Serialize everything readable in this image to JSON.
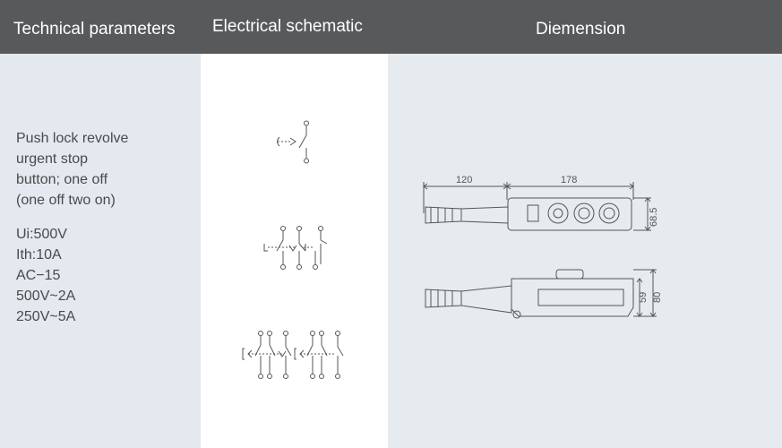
{
  "header": {
    "col1": "Technical parameters",
    "col2": "Electrical schematic",
    "col3": "Diemension"
  },
  "params": {
    "description": [
      "Push lock revolve",
      "urgent stop",
      "button; one off",
      "(one off two on)"
    ],
    "specs": [
      "Ui:500V",
      "Ith:10A",
      "AC−15",
      "500V~2A",
      "250V~5A"
    ]
  },
  "dimensions": {
    "cable_length": "120",
    "body_length": "178",
    "width": "68.5",
    "height_body": "59",
    "height_total": "80"
  },
  "colors": {
    "header_bg": "#58595b",
    "header_text": "#ffffff",
    "text": "#4a4a4a",
    "line": "#555555"
  }
}
